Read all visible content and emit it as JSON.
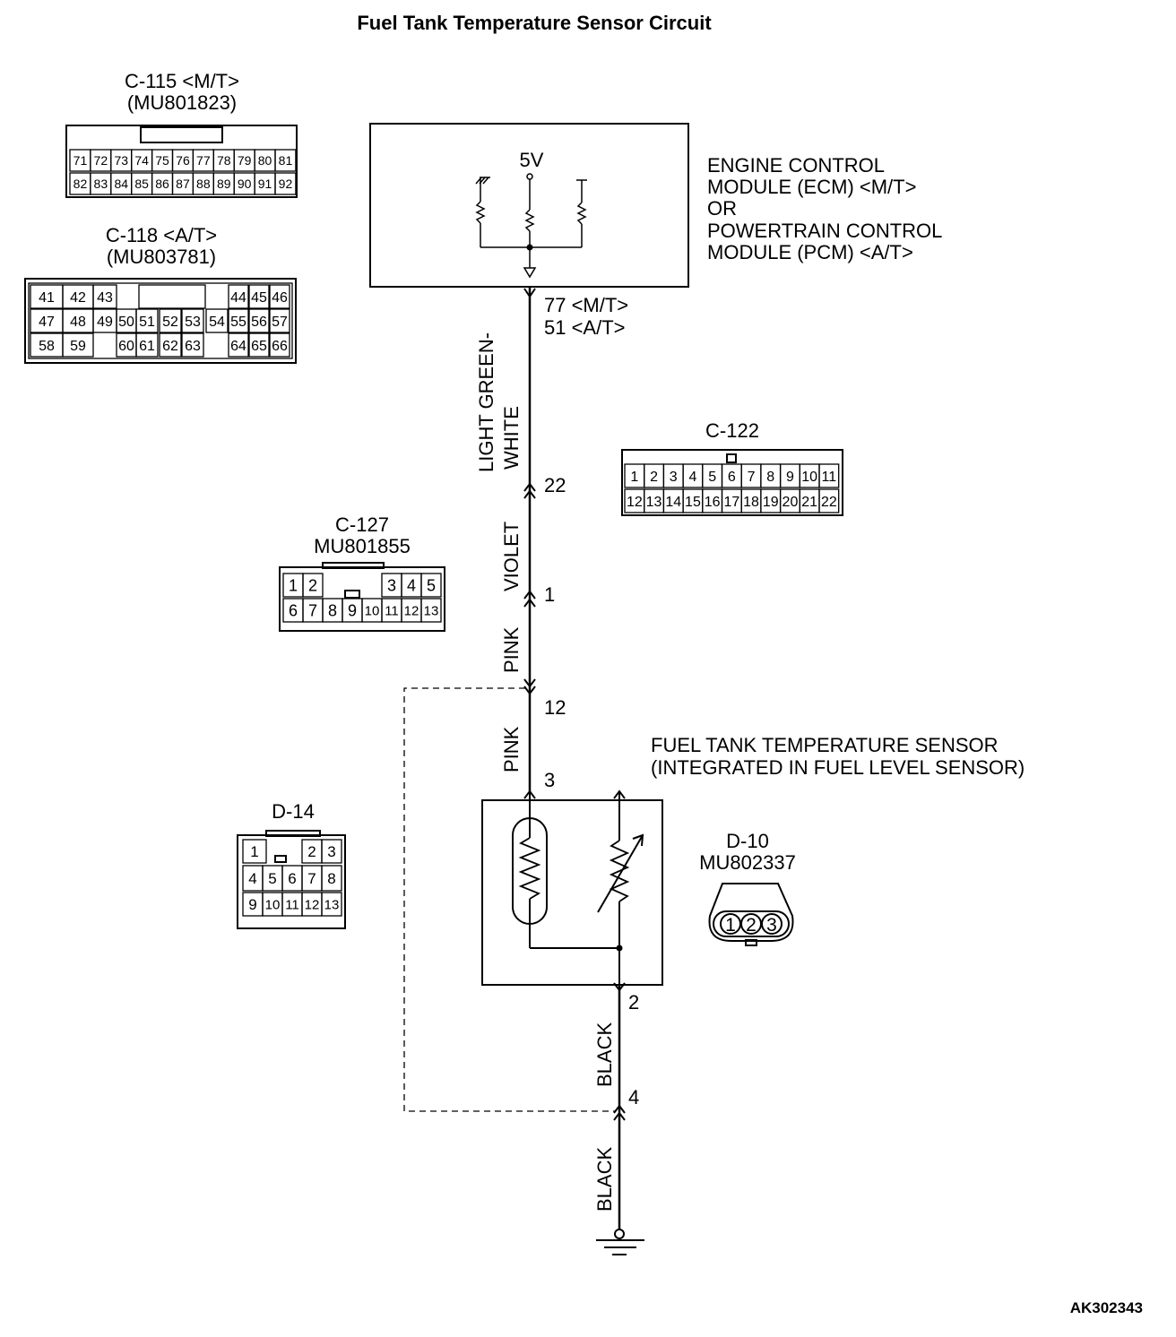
{
  "title": "Fuel Tank Temperature Sensor Circuit",
  "reference_id": "AK302343",
  "ecm": {
    "lines": [
      "ENGINE CONTROL",
      "MODULE (ECM) <M/T>",
      "OR",
      "POWERTRAIN CONTROL",
      "MODULE (PCM) <A/T>"
    ],
    "supply_label": "5V",
    "terminal_mt": "77 <M/T>",
    "terminal_at": "51 <A/T>"
  },
  "wire_colors": {
    "light_green_white_1": "LIGHT GREEN-",
    "light_green_white_2": "WHITE",
    "violet": "VIOLET",
    "pink_upper": "PINK",
    "pink_lower": "PINK",
    "black_upper": "BLACK",
    "black_lower": "BLACK"
  },
  "terminals": {
    "c122_pin": "22",
    "c127_pin": "1",
    "d14_pin": "12",
    "sensor_pin_signal": "3",
    "sensor_pin_ground": "2",
    "ground_pin": "4"
  },
  "sensor": {
    "line1": "FUEL TANK TEMPERATURE SENSOR",
    "line2": "(INTEGRATED IN FUEL LEVEL SENSOR)"
  },
  "connectors": {
    "c115": {
      "name": "C-115 <M/T>",
      "part": "(MU801823)",
      "row1": [
        "71",
        "72",
        "73",
        "74",
        "75",
        "76",
        "77",
        "78",
        "79",
        "80",
        "81"
      ],
      "row2": [
        "82",
        "83",
        "84",
        "85",
        "86",
        "87",
        "88",
        "89",
        "90",
        "91",
        "92"
      ]
    },
    "c118": {
      "name": "C-118 <A/T>",
      "part": "(MU803781)",
      "row1": [
        "41",
        "42",
        "43",
        "44",
        "45",
        "46"
      ],
      "row2": [
        "47",
        "48",
        "49",
        "50",
        "51",
        "52",
        "53",
        "54",
        "55",
        "56",
        "57"
      ],
      "row3": [
        "58",
        "59",
        "60",
        "61",
        "62",
        "63",
        "64",
        "65",
        "66"
      ]
    },
    "c122": {
      "name": "C-122",
      "row1": [
        "1",
        "2",
        "3",
        "4",
        "5",
        "6",
        "7",
        "8",
        "9",
        "10",
        "11"
      ],
      "row2": [
        "12",
        "13",
        "14",
        "15",
        "16",
        "17",
        "18",
        "19",
        "20",
        "21",
        "22"
      ]
    },
    "c127": {
      "name": "C-127",
      "part": "MU801855",
      "row1": [
        "1",
        "2",
        "3",
        "4",
        "5"
      ],
      "row2": [
        "6",
        "7",
        "8",
        "9",
        "10",
        "11",
        "12",
        "13"
      ]
    },
    "d14": {
      "name": "D-14",
      "row1": [
        "1",
        "2",
        "3"
      ],
      "row2": [
        "4",
        "5",
        "6",
        "7",
        "8"
      ],
      "row3": [
        "9",
        "10",
        "11",
        "12",
        "13"
      ]
    },
    "d10": {
      "name": "D-10",
      "part": "MU802337",
      "pins": [
        "1",
        "2",
        "3"
      ]
    }
  }
}
